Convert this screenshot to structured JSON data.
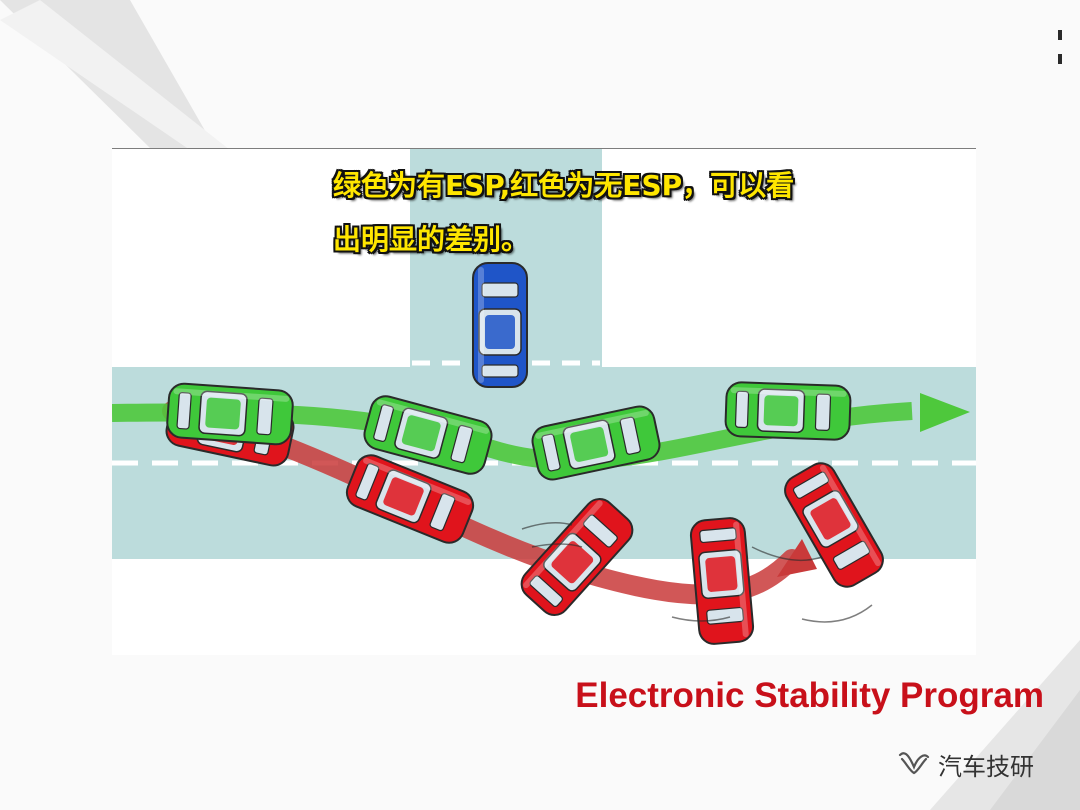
{
  "slide": {
    "caption_line1": "绿色为有ESP,红色为无ESP，可以看",
    "caption_line2": "出明显的差别。",
    "title": "Electronic Stability Program",
    "watermark_text": "汽车技研",
    "watermark_icon": "wechat-channel-icon"
  },
  "colors": {
    "title": "#c8101a",
    "caption": "#ffe600",
    "road": "#bcdcdc",
    "esp_car": "#3fc83a",
    "no_esp_car": "#e0141c",
    "reference_car": "#1f55c8"
  }
}
